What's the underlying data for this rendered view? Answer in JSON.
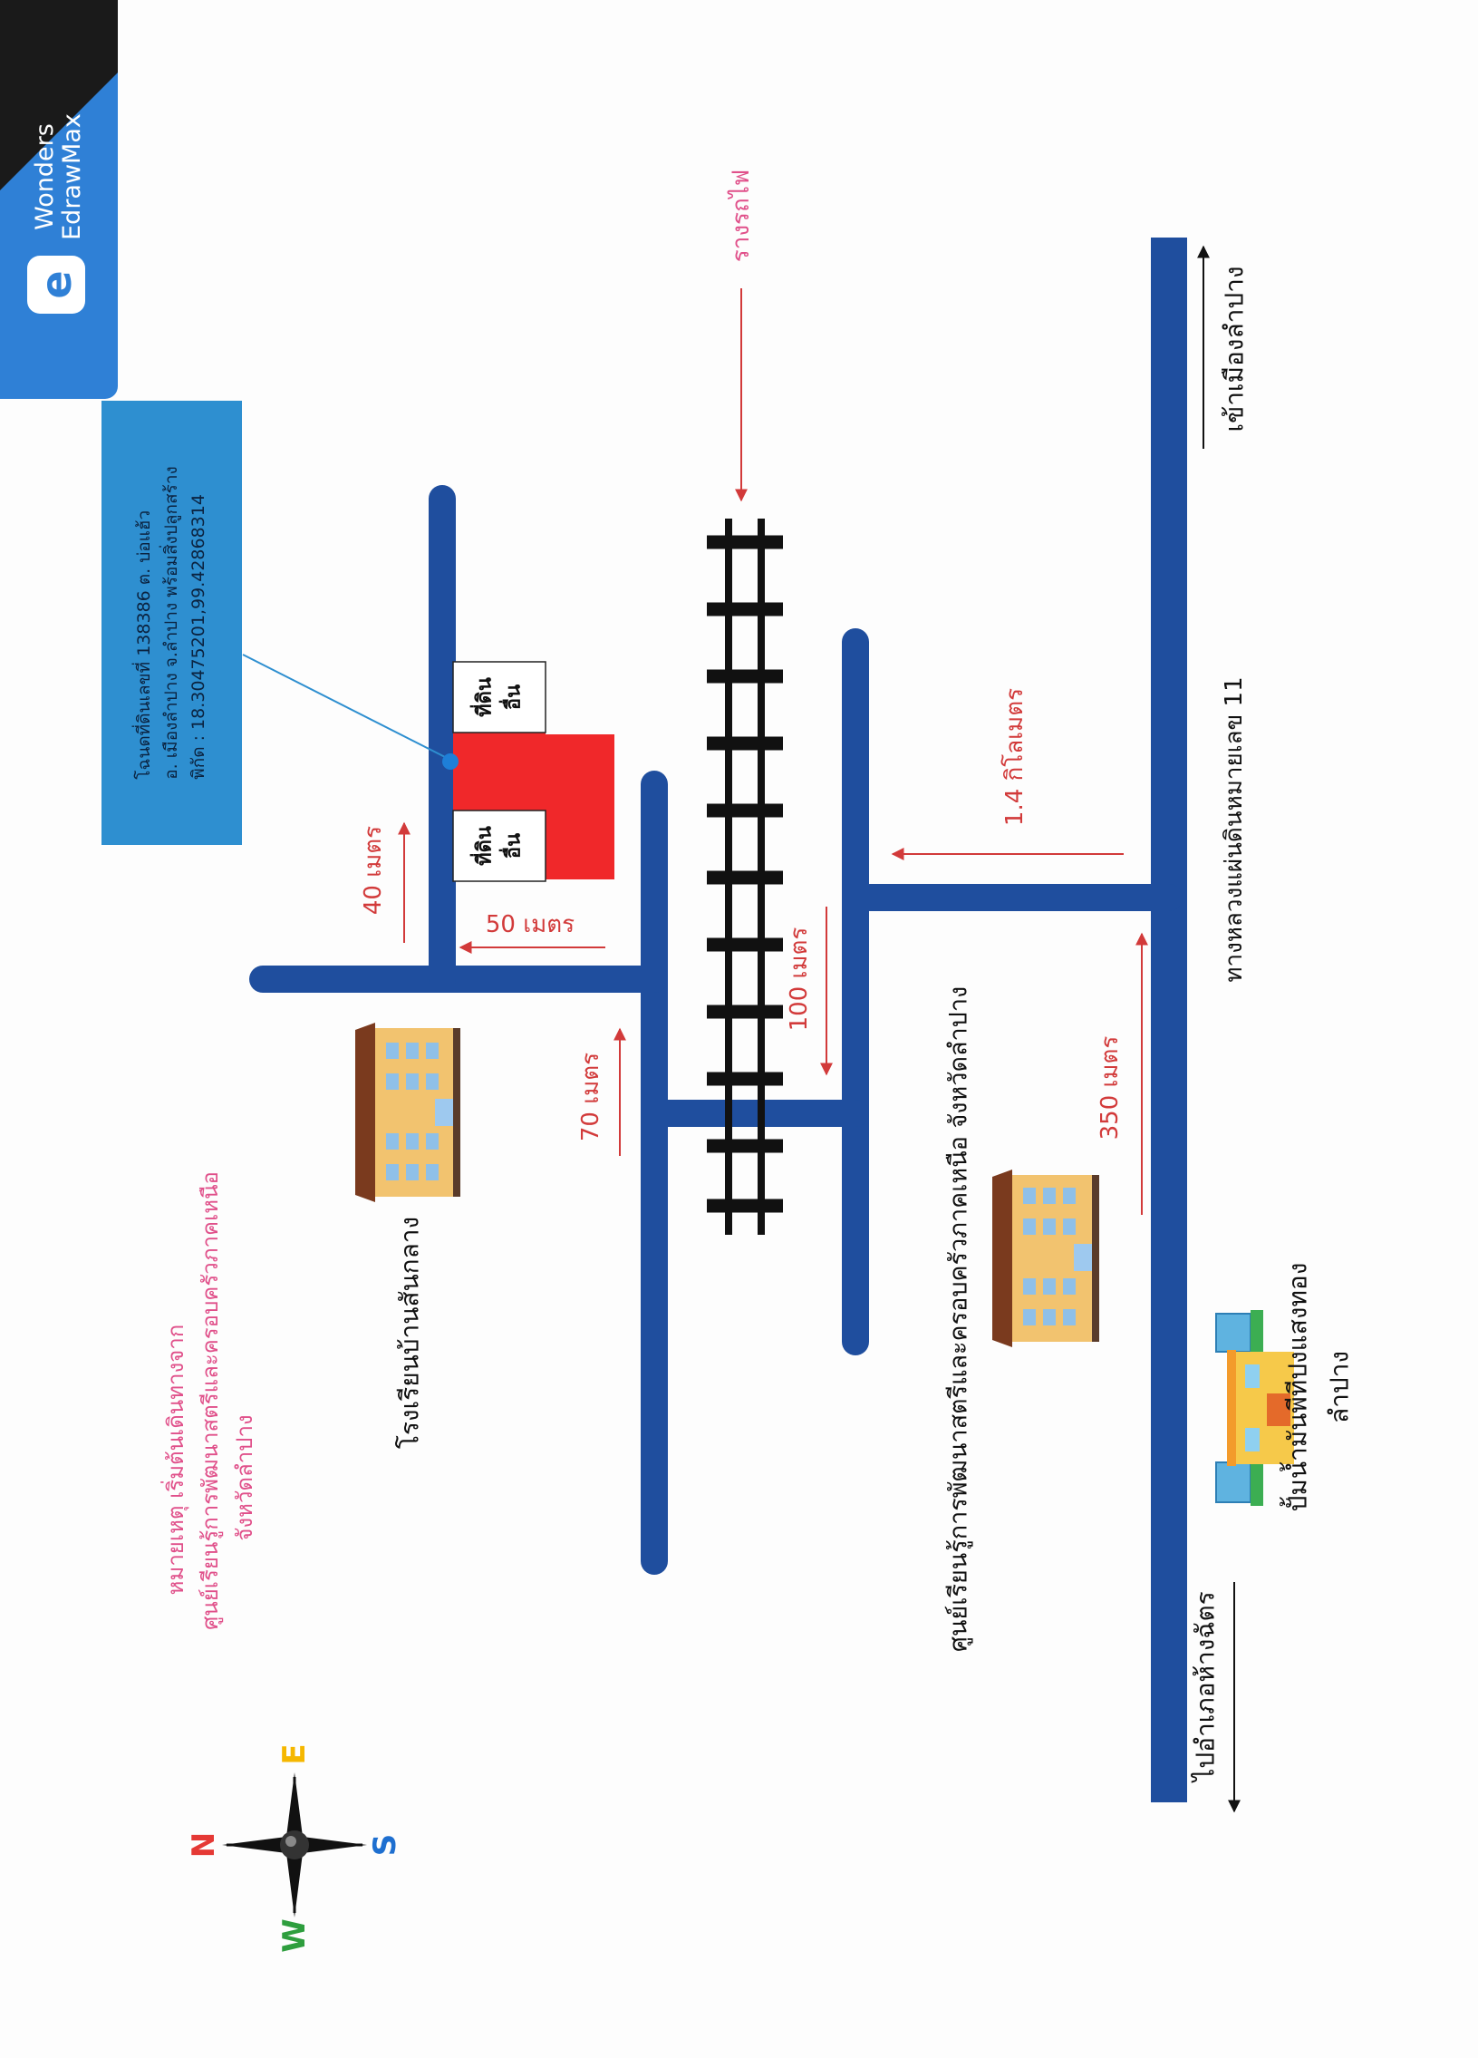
{
  "brand": {
    "logo_letter": "e",
    "line1": "Wonders",
    "line2": "EdrawMax"
  },
  "info_box": {
    "line1": "โฉนดที่ดินเลขที่ 138386 ต. บ่อแฮ้ว",
    "line2": "อ. เมืองลำปาง จ.ลำปาง พร้อมสิ่งปลูกสร้าง",
    "line3": "พิกัด : 18.30475201,99.42868314"
  },
  "labels": {
    "railway": "รางรถไฟ",
    "to_lampang_city": "เข้าเมืองลำปาง",
    "highway_11": "ทางหลวงแผ่นดินหมายเลข 11",
    "to_hang_chat": "ไปอำเภอห้างฉัตร",
    "gas_station_line1": "ปั้มน้ำมันพีทีปงแสงทอง",
    "gas_station_line2": "ลำปาง",
    "center_name": "ศูนย์เรียนรู้การพัฒนาสตรีและครอบครัวภาคเหนือ จังหวัดลำปาง",
    "school_name": "โรงเรียนบ้านสันกลาง",
    "other_land_1": "ที่ดิน\nอื่น",
    "other_land_2": "ที่ดิน\nอื่น",
    "note_line1": "หมายเหตุ เริ่มต้นเดินทางจาก",
    "note_line2": "ศูนย์เรียนรู้การพัฒนาสตรีและครอบครัวภาคเหนือ",
    "note_line3": "จังหวัดลำปาง"
  },
  "distances": {
    "d_40": "40 เมตร",
    "d_50": "50 เมตร",
    "d_70": "70 เมตร",
    "d_100": "100 เมตร",
    "d_1_4km": "1.4 กิโลเมตร",
    "d_350": "350 เมตร"
  },
  "compass": {
    "north": "N",
    "east": "E",
    "south": "S",
    "west": "W"
  },
  "colors": {
    "road": "#1f4e9e",
    "plot": "#f0282a",
    "arrow": "#d23a3a",
    "railway_label": "#e0508a",
    "note": "#e0508a",
    "info_box": "#2e8fd0",
    "brand": "#2f80d6",
    "compass_n": "#e53935",
    "compass_e": "#f5b700",
    "compass_s": "#1e6fd0",
    "compass_w": "#2e9e3e"
  }
}
